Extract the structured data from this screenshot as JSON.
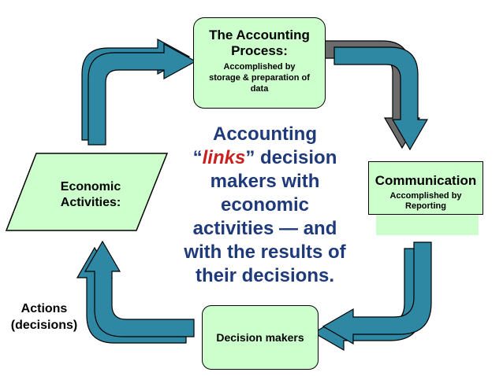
{
  "process_box": {
    "title_line1": "The Accounting",
    "title_line2": "Process:",
    "desc_line1": "Accomplished by",
    "desc_line2": "storage & preparation of",
    "desc_line3": "data"
  },
  "communication_box": {
    "title": "Communication",
    "desc_line1": "Accomplished by",
    "desc_line2": "Reporting"
  },
  "decision_box": {
    "title": "Decision makers"
  },
  "economic_box": {
    "line1": "Economic",
    "line2": "Activities:"
  },
  "center_text": {
    "line1": "Accounting",
    "line2_open_quote": "“",
    "line2_highlight": "links",
    "line2_rest": "” decision",
    "line3": "makers with",
    "line4": "economic",
    "line5_start": "activities",
    "line5_dash": " — ",
    "line5_end": "and",
    "line6": "with the results of",
    "line7": "their decisions."
  },
  "actions_label": {
    "line1": "Actions",
    "line2": "(decisions)"
  },
  "colors": {
    "box_fill": "#ccffcc",
    "arrow_fill": "#2e87a3",
    "arrow_shadow": "#6b6b6b",
    "center_text": "#1f3a7a",
    "highlight": "#cc1f1f"
  }
}
